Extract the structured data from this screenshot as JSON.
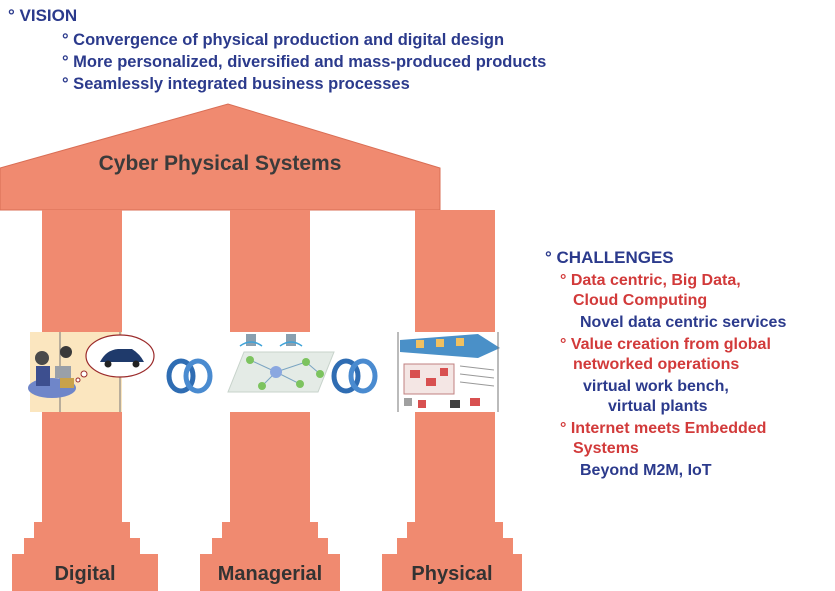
{
  "vision": {
    "title": "° VISION",
    "items": [
      "° Convergence of physical production and digital design",
      "° More personalized, diversified and mass-produced products",
      "° Seamlessly integrated business processes"
    ]
  },
  "roof": {
    "title": "Cyber Physical Systems"
  },
  "pillars": [
    {
      "label": "Digital"
    },
    {
      "label": "Managerial"
    },
    {
      "label": "Physical"
    }
  ],
  "challenges": {
    "title": "° CHALLENGES",
    "lines": [
      {
        "text": "° Data centric, Big Data,",
        "color": "red"
      },
      {
        "text": "Cloud Computing",
        "color": "red"
      },
      {
        "text": "Novel data centric services",
        "color": "blue"
      },
      {
        "text": "° Value creation from global",
        "color": "red"
      },
      {
        "text": "networked operations",
        "color": "red"
      },
      {
        "text": "virtual work bench,",
        "color": "blue"
      },
      {
        "text": "virtual plants",
        "color": "blue"
      },
      {
        "text": "° Internet meets Embedded",
        "color": "red"
      },
      {
        "text": "Systems",
        "color": "red"
      },
      {
        "text": "Beyond M2M, IoT",
        "color": "blue"
      }
    ]
  },
  "colors": {
    "pillar": "#f08a70",
    "pillar_edge": "#d96e55",
    "vision_text": "#2b3a8c",
    "challenge_red": "#d23a3a",
    "challenge_blue": "#2b3a8c"
  }
}
